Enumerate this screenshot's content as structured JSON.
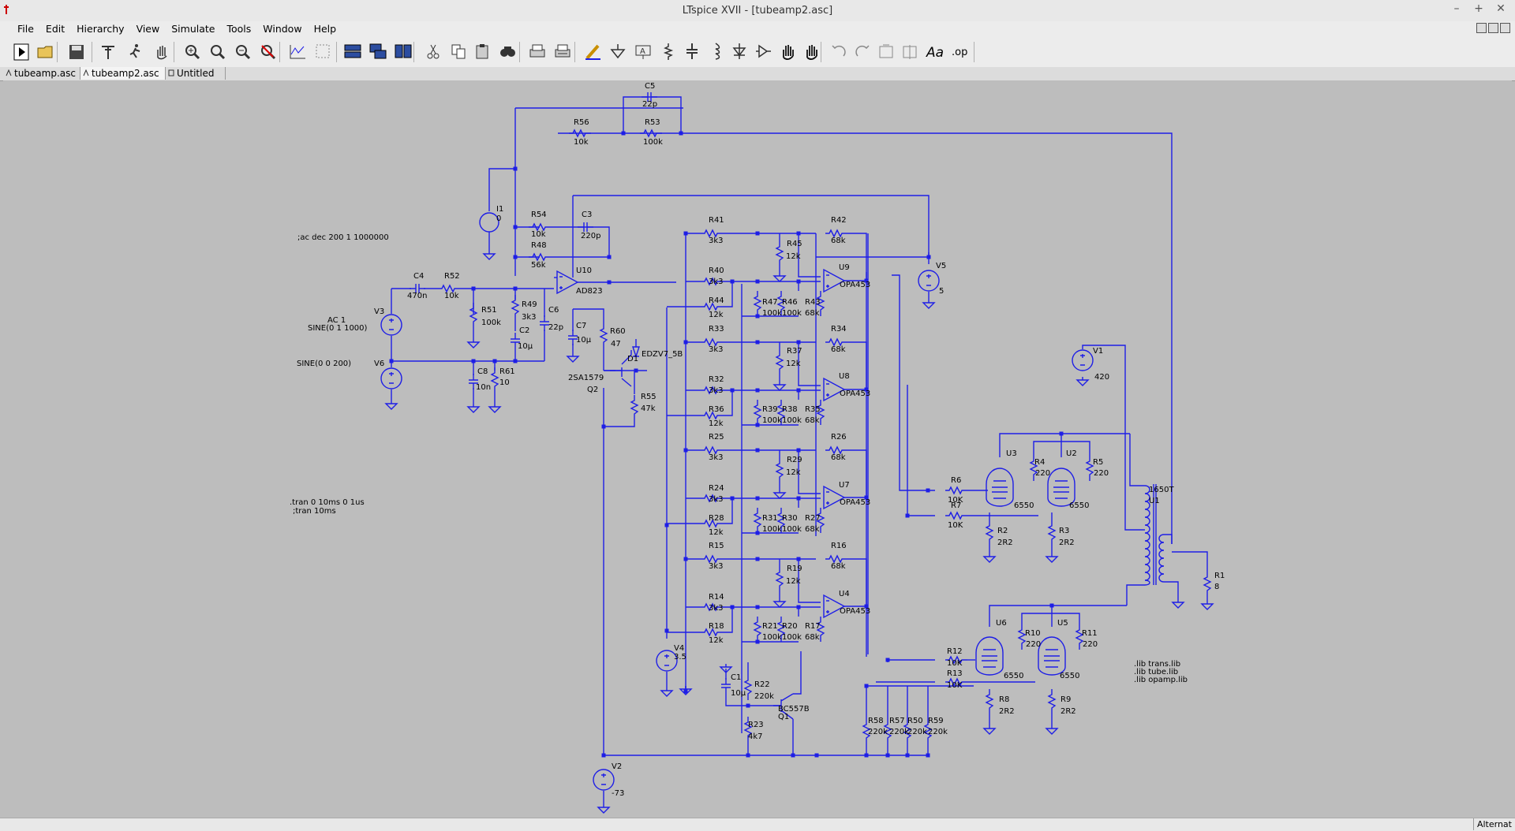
{
  "window": {
    "title": "LTspice XVII - [tubeamp2.asc]",
    "controls": [
      "–",
      "+",
      "✕"
    ]
  },
  "menu": [
    "File",
    "Edit",
    "Hierarchy",
    "View",
    "Simulate",
    "Tools",
    "Window",
    "Help"
  ],
  "toolbar": [
    "run-icon",
    "open-icon",
    "save-icon",
    "control-panel-icon",
    "run-man-icon",
    "pan-hand-icon",
    "zoom-in-icon",
    "zoom-area-icon",
    "zoom-out-icon",
    "zoom-cancel-icon",
    "plot-icon",
    "autorange-icon",
    "tile-horizontal-icon",
    "cascade-icon",
    "tile-vertical-icon",
    "cut-icon",
    "copy-icon",
    "paste-icon",
    "find-icon",
    "print-setup-icon",
    "print-icon",
    "draw-wire-icon",
    "ground-icon",
    "label-net-icon",
    "resistor-icon",
    "capacitor-icon",
    "inductor-icon",
    "diode-icon",
    "component-icon",
    "move-hand-icon",
    "drag-hand-icon",
    "undo-icon",
    "redo-icon",
    "rotate-icon",
    "mirror-icon",
    "text-icon",
    "spice-directive-icon"
  ],
  "toolbar_text": {
    "text_tool": "Aa",
    "spice_directive": ".op"
  },
  "tabs": [
    "tubeamp.asc",
    "tubeamp2.asc",
    "Untitled"
  ],
  "status": "Alternat",
  "schematic": {
    "directives": {
      "ac": ";ac dec 200 1 1000000",
      "tran1": ".tran 0 10ms 0 1us",
      "tran2": ";tran 10ms",
      "lib1": ".lib trans.lib",
      "lib2": ".lib tube.lib",
      "lib3": ".lib opamp.lib",
      "v3_ac": "AC 1",
      "v3_sine": "SINE(0 1 1000)",
      "v6_sine": "SINE(0 0 200)"
    },
    "labels": [
      {
        "t": "C5"
      },
      {
        "t": "22p"
      },
      {
        "t": "R56"
      },
      {
        "t": "10k"
      },
      {
        "t": "R53"
      },
      {
        "t": "100k"
      },
      {
        "t": "I1"
      },
      {
        "t": "0"
      },
      {
        "t": "R54"
      },
      {
        "t": "10k"
      },
      {
        "t": "C3"
      },
      {
        "t": "220p"
      },
      {
        "t": "R48"
      },
      {
        "t": "56k"
      },
      {
        "t": "C4"
      },
      {
        "t": "470n"
      },
      {
        "t": "R52"
      },
      {
        "t": "10k"
      },
      {
        "t": "U10"
      },
      {
        "t": "AD823"
      },
      {
        "t": "V3"
      },
      {
        "t": "R51"
      },
      {
        "t": "100k"
      },
      {
        "t": "R49"
      },
      {
        "t": "3k3"
      },
      {
        "t": "C6"
      },
      {
        "t": "22p"
      },
      {
        "t": "C2"
      },
      {
        "t": "10µ"
      },
      {
        "t": "C7"
      },
      {
        "t": "10µ"
      },
      {
        "t": "R60"
      },
      {
        "t": "47"
      },
      {
        "t": "EDZV7_5B"
      },
      {
        "t": "D1"
      },
      {
        "t": "V6"
      },
      {
        "t": "C8"
      },
      {
        "t": "10n"
      },
      {
        "t": "R61"
      },
      {
        "t": "10"
      },
      {
        "t": "2SA1579"
      },
      {
        "t": "Q2"
      },
      {
        "t": "R55"
      },
      {
        "t": "47k"
      },
      {
        "t": "V2"
      },
      {
        "t": "-73"
      },
      {
        "t": "V4"
      },
      {
        "t": "3.5"
      },
      {
        "t": "V5"
      },
      {
        "t": "5"
      },
      {
        "t": "R41"
      },
      {
        "t": "3k3"
      },
      {
        "t": "R42"
      },
      {
        "t": "68k"
      },
      {
        "t": "R45"
      },
      {
        "t": "12k"
      },
      {
        "t": "U9"
      },
      {
        "t": "OPA453"
      },
      {
        "t": "R40"
      },
      {
        "t": "3k3"
      },
      {
        "t": "R44"
      },
      {
        "t": "12k"
      },
      {
        "t": "R47"
      },
      {
        "t": "100k"
      },
      {
        "t": "R46"
      },
      {
        "t": "100k"
      },
      {
        "t": "R43"
      },
      {
        "t": "68k"
      },
      {
        "t": "R33"
      },
      {
        "t": "3k3"
      },
      {
        "t": "R34"
      },
      {
        "t": "68k"
      },
      {
        "t": "R37"
      },
      {
        "t": "12k"
      },
      {
        "t": "U8"
      },
      {
        "t": "OPA453"
      },
      {
        "t": "R32"
      },
      {
        "t": "3k3"
      },
      {
        "t": "R36"
      },
      {
        "t": "12k"
      },
      {
        "t": "R39"
      },
      {
        "t": "100k"
      },
      {
        "t": "R38"
      },
      {
        "t": "100k"
      },
      {
        "t": "R35"
      },
      {
        "t": "68k"
      },
      {
        "t": "R25"
      },
      {
        "t": "3k3"
      },
      {
        "t": "R26"
      },
      {
        "t": "68k"
      },
      {
        "t": "R29"
      },
      {
        "t": "12k"
      },
      {
        "t": "U7"
      },
      {
        "t": "OPA453"
      },
      {
        "t": "R24"
      },
      {
        "t": "3k3"
      },
      {
        "t": "R28"
      },
      {
        "t": "12k"
      },
      {
        "t": "R31"
      },
      {
        "t": "100k"
      },
      {
        "t": "R30"
      },
      {
        "t": "100k"
      },
      {
        "t": "R27"
      },
      {
        "t": "68k"
      },
      {
        "t": "R15"
      },
      {
        "t": "3k3"
      },
      {
        "t": "R16"
      },
      {
        "t": "68k"
      },
      {
        "t": "R19"
      },
      {
        "t": "12k"
      },
      {
        "t": "U4"
      },
      {
        "t": "OPA453"
      },
      {
        "t": "R14"
      },
      {
        "t": "3k3"
      },
      {
        "t": "R18"
      },
      {
        "t": "12k"
      },
      {
        "t": "R21"
      },
      {
        "t": "100k"
      },
      {
        "t": "R20"
      },
      {
        "t": "100k"
      },
      {
        "t": "R17"
      },
      {
        "t": "68k"
      },
      {
        "t": "C1"
      },
      {
        "t": "10µ"
      },
      {
        "t": "R22"
      },
      {
        "t": "220k"
      },
      {
        "t": "BC557B"
      },
      {
        "t": "Q1"
      },
      {
        "t": "R23"
      },
      {
        "t": "4k7"
      },
      {
        "t": "R58"
      },
      {
        "t": "220k"
      },
      {
        "t": "R57"
      },
      {
        "t": "220k"
      },
      {
        "t": "R50"
      },
      {
        "t": "220k"
      },
      {
        "t": "R59"
      },
      {
        "t": "220k"
      },
      {
        "t": "R6"
      },
      {
        "t": "10K"
      },
      {
        "t": "R7"
      },
      {
        "t": "10K"
      },
      {
        "t": "R12"
      },
      {
        "t": "10K"
      },
      {
        "t": "R13"
      },
      {
        "t": "10K"
      },
      {
        "t": "U3"
      },
      {
        "t": "6550"
      },
      {
        "t": "U2"
      },
      {
        "t": "6550"
      },
      {
        "t": "R4"
      },
      {
        "t": "220"
      },
      {
        "t": "R5"
      },
      {
        "t": "220"
      },
      {
        "t": "R2"
      },
      {
        "t": "2R2"
      },
      {
        "t": "R3"
      },
      {
        "t": "2R2"
      },
      {
        "t": "U6"
      },
      {
        "t": "6550"
      },
      {
        "t": "U5"
      },
      {
        "t": "6550"
      },
      {
        "t": "R10"
      },
      {
        "t": "220"
      },
      {
        "t": "R11"
      },
      {
        "t": "220"
      },
      {
        "t": "R8"
      },
      {
        "t": "2R2"
      },
      {
        "t": "R9"
      },
      {
        "t": "2R2"
      },
      {
        "t": "V1"
      },
      {
        "t": "420"
      },
      {
        "t": "1650T"
      },
      {
        "t": "U1"
      },
      {
        "t": "R1"
      },
      {
        "t": "8"
      }
    ]
  },
  "colors": {
    "wire": "#1e1ee6",
    "canvas": "#bdbdbd",
    "text": "#000000",
    "junction": "#1e1ee6"
  }
}
